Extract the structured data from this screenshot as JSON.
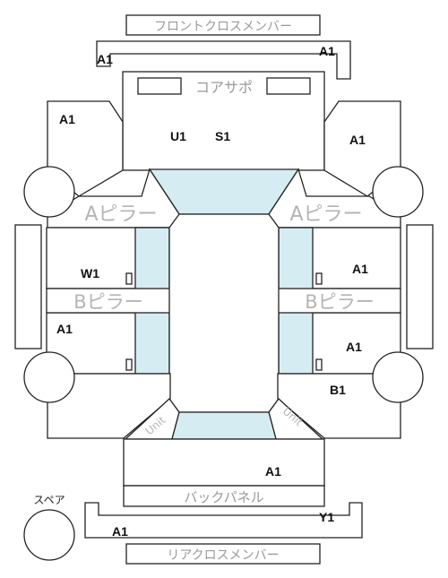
{
  "labels": {
    "front_cross_member": "フロントクロスメンバー",
    "core_support": "コアサポ",
    "a_pillar_left": "Aピラー",
    "a_pillar_right": "Aピラー",
    "b_pillar_left": "Bピラー",
    "b_pillar_right": "Bピラー",
    "back_panel": "バックパネル",
    "rear_cross_member": "リアクロスメンバー",
    "spare": "スペア",
    "unit_left": "Unit",
    "unit_right": "Unit"
  },
  "codes": {
    "front_member_left": "A1",
    "front_member_right": "A1",
    "front_fender_left": "A1",
    "roof_u": "U1",
    "roof_s": "S1",
    "front_fender_right": "A1",
    "front_door_left": "W1",
    "front_door_right": "A1",
    "rear_door_left": "A1",
    "rear_door_right": "A1",
    "rear_fender_right": "B1",
    "trunk": "A1",
    "rear_member_right": "Y1",
    "rear_member_left": "A1"
  },
  "colors": {
    "glass": "#d6ecf3",
    "outline": "#222222",
    "section_label": "#9a9a9a",
    "code_text": "#111111"
  }
}
